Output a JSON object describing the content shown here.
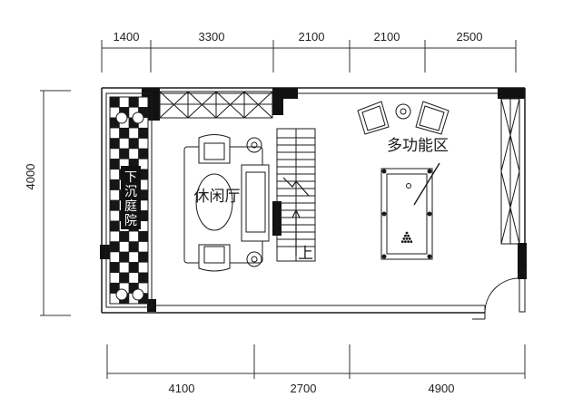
{
  "dimensions": {
    "top": [
      "1400",
      "3300",
      "2100",
      "2100",
      "2500"
    ],
    "bottom": [
      "4100",
      "2700",
      "4900"
    ],
    "left": "4000"
  },
  "rooms": {
    "sunken_courtyard": "下沉庭院",
    "leisure_hall": "休闲厅",
    "multi_function_area": "多功能区"
  },
  "stair_label": "上",
  "colors": {
    "line": "#1a1a1a",
    "wall": "#111111",
    "tile_dark": "#161616",
    "tile_light": "#ffffff",
    "background": "#ffffff"
  }
}
